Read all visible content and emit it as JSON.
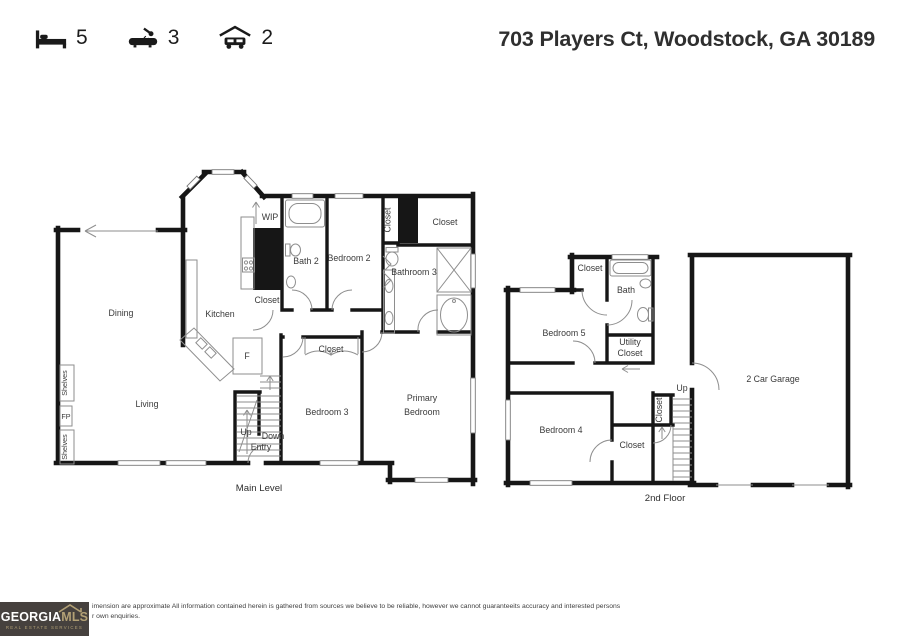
{
  "header": {
    "beds": "5",
    "baths": "3",
    "garages": "2",
    "address": "703 Players Ct, Woodstock, GA 30189"
  },
  "shared": {
    "closet": "Closet",
    "up": "Up"
  },
  "main_level": {
    "title": "Main Level",
    "dining": "Dining",
    "living": "Living",
    "kitchen": "Kitchen",
    "wip": "WIP",
    "bath2": "Bath 2",
    "bedroom2": "Bedroom 2",
    "bathroom3": "Bathroom 3",
    "bedroom3": "Bedroom 3",
    "primary1": "Primary",
    "primary2": "Bedroom",
    "fridge": "F",
    "fp": "FP",
    "shelves": "Shelves",
    "down": "Down",
    "entry": "Entry"
  },
  "second_floor": {
    "title": "2nd Floor",
    "bedroom5": "Bedroom 5",
    "bedroom4": "Bedroom 4",
    "bath": "Bath",
    "utility1": "Utility",
    "utility2": "Closet",
    "garage": "2 Car Garage"
  },
  "footer": {
    "brand1": "GEORGIA",
    "brand2": "MLS",
    "brand_sub": "REAL ESTATE SERVICES",
    "disclaimer1": "imension are approximate All information contained herein is gathered from sources we believe to be reliable, however we cannot guaranteeits accuracy and interested persons",
    "disclaimer2": "r own enquiries."
  }
}
